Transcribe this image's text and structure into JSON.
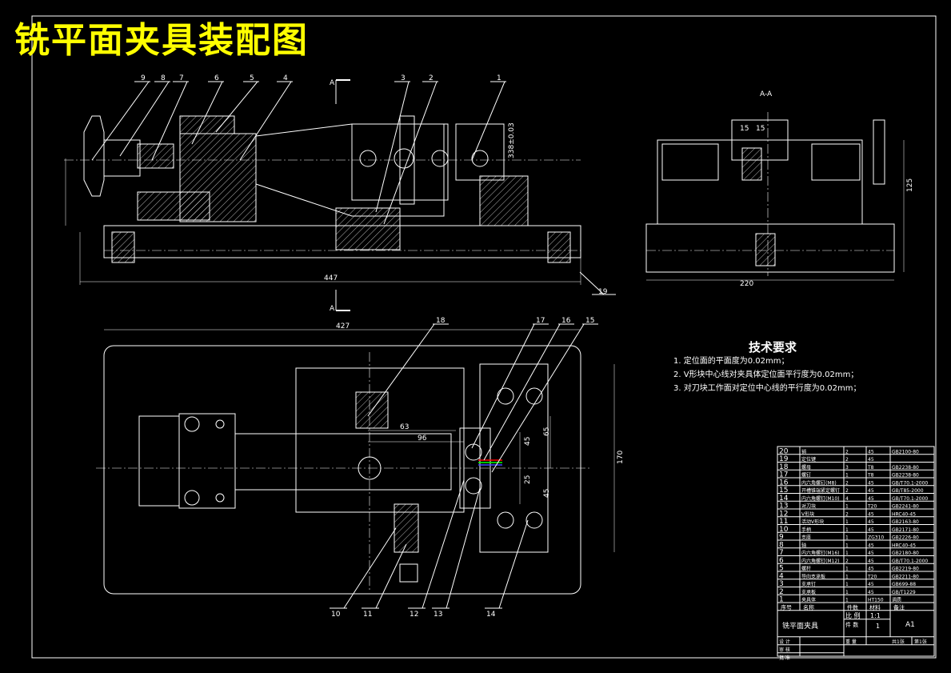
{
  "title": "铣平面夹具装配图",
  "section_label": "A-A",
  "section_mark": "A",
  "dimensions": {
    "front_length": "447",
    "front_right": "338±0.03",
    "side_width": "220",
    "side_height": "125",
    "side_15a": "15",
    "side_15b": "15",
    "top_length": "427",
    "top_170": "170",
    "top_63": "63",
    "top_96": "96",
    "top_65": "65",
    "top_45a": "45",
    "top_25": "25",
    "top_45b": "45"
  },
  "balloons_front": [
    "9",
    "8",
    "7",
    "6",
    "5",
    "4",
    "3",
    "2",
    "1"
  ],
  "balloon_19": "19",
  "balloons_top_upper": [
    "18",
    "17",
    "16",
    "15"
  ],
  "balloons_top_lower": [
    "10",
    "11",
    "12",
    "13",
    "14"
  ],
  "requirements": {
    "heading": "技术要求",
    "items": [
      "1. 定位面的平面度为0.02mm；",
      "2. V形块中心线对夹具体定位面平行度为0.02mm；",
      "3. 对刀块工作面对定位中心线的平行度为0.02mm；"
    ]
  },
  "parts": [
    {
      "no": "20",
      "name": "销",
      "qty": "2",
      "mat": "45",
      "note": "GB2100-80"
    },
    {
      "no": "19",
      "name": "定位键",
      "qty": "2",
      "mat": "45",
      "note": ""
    },
    {
      "no": "18",
      "name": "螺母",
      "qty": "3",
      "mat": "T8",
      "note": "GB2238-80"
    },
    {
      "no": "17",
      "name": "螺钉",
      "qty": "1",
      "mat": "T8",
      "note": "GB2238-80"
    },
    {
      "no": "16",
      "name": "内六角螺钉(M8)",
      "qty": "2",
      "mat": "45",
      "note": "GB/T70.1-2000"
    },
    {
      "no": "15",
      "name": "开槽锥端紧定螺钉",
      "qty": "2",
      "mat": "45",
      "note": "GB/T85-2000"
    },
    {
      "no": "14",
      "name": "内六角螺钉(M10)",
      "qty": "4",
      "mat": "45",
      "note": "GB/T70.1-2000"
    },
    {
      "no": "13",
      "name": "对刀块",
      "qty": "1",
      "mat": "T20",
      "note": "GB2241-80"
    },
    {
      "no": "12",
      "name": "V形块",
      "qty": "2",
      "mat": "45",
      "note": "HRC40-45"
    },
    {
      "no": "11",
      "name": "活动V形块",
      "qty": "1",
      "mat": "45",
      "note": "GB2163-80"
    },
    {
      "no": "10",
      "name": "手柄",
      "qty": "1",
      "mat": "45",
      "note": "GB2171-80"
    },
    {
      "no": "9",
      "name": "支座",
      "qty": "1",
      "mat": "ZG310",
      "note": "GB2226-80"
    },
    {
      "no": "8",
      "name": "轴",
      "qty": "1",
      "mat": "45",
      "note": "HRC40-45"
    },
    {
      "no": "7",
      "name": "内六角螺钉(M16)",
      "qty": "1",
      "mat": "45",
      "note": "GB2180-80"
    },
    {
      "no": "6",
      "name": "内六角螺钉(M12)",
      "qty": "2",
      "mat": "45",
      "note": "GB/T70.1-2000"
    },
    {
      "no": "5",
      "name": "螺杆",
      "qty": "1",
      "mat": "45",
      "note": "GB2219-80"
    },
    {
      "no": "4",
      "name": "导向支承板",
      "qty": "1",
      "mat": "T20",
      "note": "GB2211-80"
    },
    {
      "no": "3",
      "name": "支承钉",
      "qty": "1",
      "mat": "45",
      "note": "GB699-88"
    },
    {
      "no": "2",
      "name": "支承板",
      "qty": "1",
      "mat": "45",
      "note": "GB/T1229"
    },
    {
      "no": "1",
      "name": "夹具体",
      "qty": "1",
      "mat": "HT150",
      "note": "调质"
    }
  ],
  "parts_header": {
    "no": "序号",
    "name": "名称",
    "qty": "件数",
    "mat": "材料",
    "note": "备注"
  },
  "title_block": {
    "name": "铣平面夹具",
    "scale_label": "比 例",
    "scale": "1:1",
    "qty_label": "件 数",
    "qty": "1",
    "sheet": "A1",
    "designer": "设 计",
    "checker": "审 核",
    "approver": "批 准",
    "weight": "重 量",
    "sheet_total": "共1张",
    "sheet_no": "第1张"
  }
}
